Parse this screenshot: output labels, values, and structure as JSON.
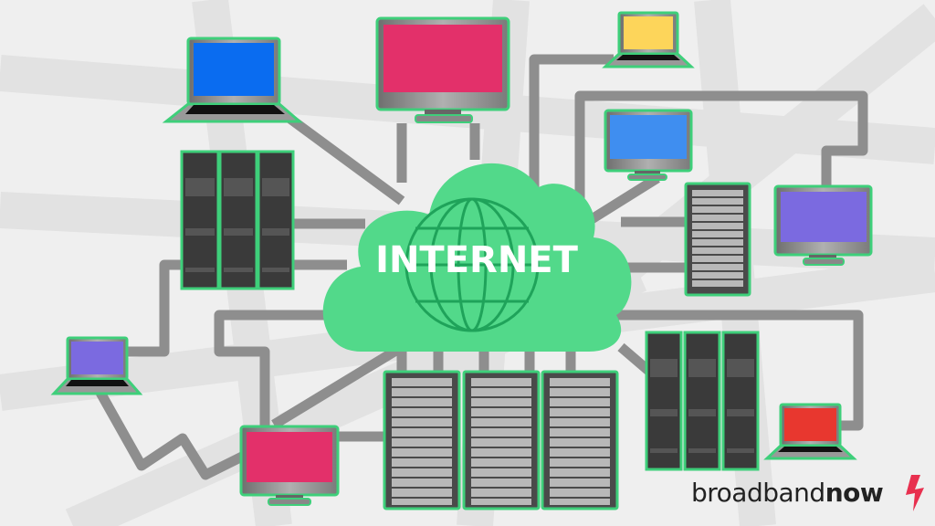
{
  "diagram": {
    "title": "INTERNET",
    "hub": {
      "label": "INTERNET",
      "shape": "cloud",
      "icon": "globe-icon",
      "color": "#52d98a",
      "globe_color": "#1fa35a"
    },
    "brand": {
      "name_regular": "broadband",
      "name_bold": "now",
      "icon": "lightning-bolt-icon",
      "bolt_color": "#e8304f"
    },
    "colors": {
      "background": "#efefef",
      "connector": "#8e8e8e",
      "device_outline": "#3ecf7a",
      "bezel": "#8a8a8a",
      "rack_dark": "#3a3a3a",
      "server_panel": "#b5b5b5"
    },
    "nodes": [
      {
        "id": "laptop-blue",
        "type": "laptop",
        "screen": "#0a6cf0"
      },
      {
        "id": "monitor-pink-top",
        "type": "monitor",
        "screen": "#e3306a"
      },
      {
        "id": "laptop-yellow",
        "type": "laptop",
        "screen": "#fdd55a"
      },
      {
        "id": "monitor-blue",
        "type": "monitor",
        "screen": "#3f8ef0"
      },
      {
        "id": "monitor-purple-right",
        "type": "monitor",
        "screen": "#7b6ae0"
      },
      {
        "id": "server-rack-right",
        "type": "server",
        "units": 12
      },
      {
        "id": "tower-cluster-left",
        "type": "tower-cluster",
        "count": 3
      },
      {
        "id": "laptop-purple",
        "type": "laptop",
        "screen": "#7b6ae0"
      },
      {
        "id": "monitor-pink-bottom",
        "type": "monitor",
        "screen": "#e3306a"
      },
      {
        "id": "server-rack-bottom-1",
        "type": "server",
        "units": 13
      },
      {
        "id": "server-rack-bottom-2",
        "type": "server",
        "units": 13
      },
      {
        "id": "server-rack-bottom-3",
        "type": "server",
        "units": 13
      },
      {
        "id": "tower-cluster-right",
        "type": "tower-cluster",
        "count": 3
      },
      {
        "id": "laptop-red",
        "type": "laptop",
        "screen": "#e8372f"
      }
    ]
  }
}
